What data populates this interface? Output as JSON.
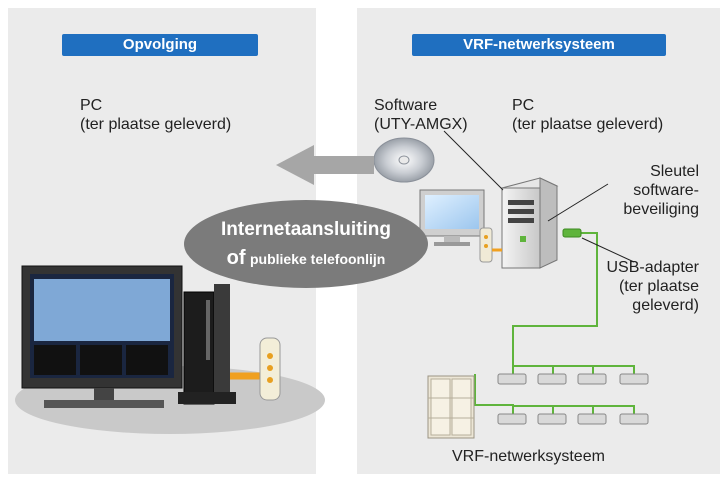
{
  "left_panel": {
    "header": "Opvolging",
    "pc_label": "PC",
    "pc_sub": "(ter plaatse geleverd)"
  },
  "right_panel": {
    "header": "VRF-netwerksysteem",
    "software_label": "Software",
    "software_sub": "(UTY-AMGX)",
    "pc_label": "PC",
    "pc_sub": "(ter plaatse geleverd)",
    "key_line1": "Sleutel",
    "key_line2": "software-",
    "key_line3": "beveiliging",
    "usb_line1": "USB-adapter",
    "usb_line2": "(ter plaatse",
    "usb_line3": "geleverd)",
    "bottom_label": "VRF-netwerksysteem"
  },
  "connection": {
    "line1": "Internetaansluiting",
    "line2_prefix": "of",
    "line2_rest": "publieke telefoonlijn"
  },
  "colors": {
    "panel_bg": "#ebebeb",
    "header_blue": "#1f6fc0",
    "cloud_gray": "#7b7b7b",
    "green_line": "#5fb43c",
    "orange_cable": "#f0a020"
  }
}
